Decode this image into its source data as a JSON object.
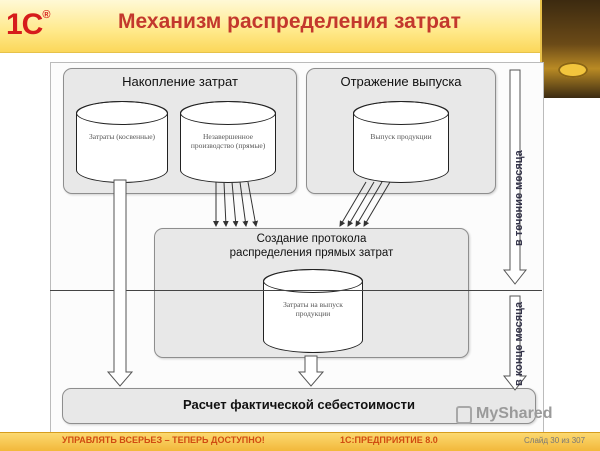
{
  "header": {
    "logo_text": "1С",
    "title": "Механизм распределения затрат"
  },
  "diagram": {
    "accumulation": {
      "label": "Накопление затрат",
      "db_costs": "Затраты (косвенные)",
      "db_work_in_progress": "Незавершенное производство (прямые)"
    },
    "output": {
      "label": "Отражение выпуска",
      "db_output": "Выпуск продукции"
    },
    "protocol": {
      "label_line1": "Создание протокола",
      "label_line2": "распределения прямых затрат",
      "db_costs_per_output": "Затраты на выпуск продукции"
    },
    "calculation": {
      "label": "Расчет фактической себестоимости"
    },
    "side_during_month": "в течение месяца",
    "side_end_of_month": "в конце месяца"
  },
  "footer": {
    "left_text": "УПРАВЛЯТЬ ВСЕРЬЕЗ – ТЕПЕРЬ ДОСТУПНО!",
    "mid_text": "1С:ПРЕДПРИЯТИЕ 8.0",
    "slide_counter": "Слайд 30 из 307"
  },
  "watermark": {
    "text": "MyShared"
  },
  "colors": {
    "title": "#c3382d",
    "header_bg": "#ffe98a",
    "box_bg": "#e8e8e8",
    "footer_text": "#d04b10"
  }
}
